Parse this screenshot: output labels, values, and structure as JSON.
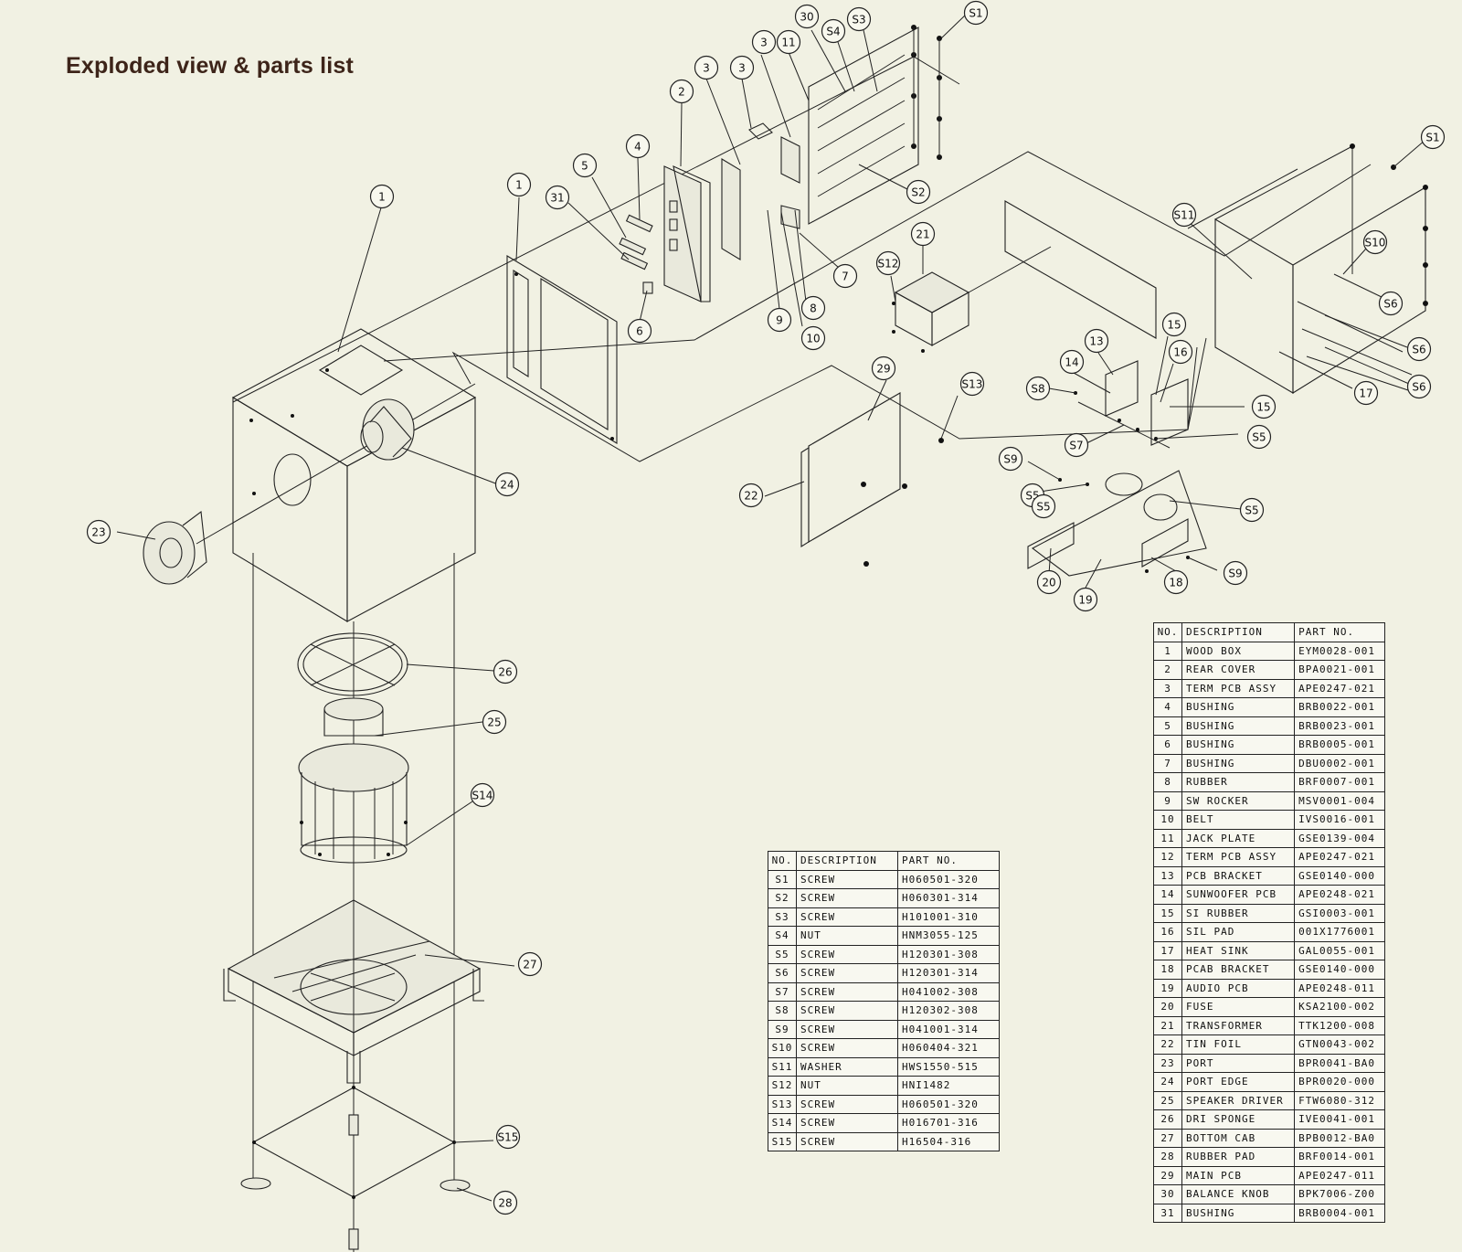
{
  "title": "Exploded view & parts list",
  "callouts": [
    "1",
    "1",
    "2",
    "3",
    "3",
    "3",
    "4",
    "5",
    "6",
    "7",
    "8",
    "9",
    "10",
    "11",
    "13",
    "14",
    "15",
    "15",
    "16",
    "17",
    "18",
    "19",
    "20",
    "21",
    "22",
    "23",
    "24",
    "25",
    "26",
    "27",
    "28",
    "29",
    "30",
    "31",
    "S1",
    "S1",
    "S2",
    "S3",
    "S4",
    "S5",
    "S5",
    "S5",
    "S5",
    "S6",
    "S6",
    "S6",
    "S7",
    "S8",
    "S9",
    "S9",
    "S10",
    "S11",
    "S12",
    "S13",
    "S14",
    "S15"
  ],
  "screw_table": {
    "headers": {
      "no": "NO.",
      "description": "DESCRIPTION",
      "part_no": "PART NO."
    },
    "rows": [
      {
        "no": "S1",
        "description": "SCREW",
        "part_no": "H060501-320"
      },
      {
        "no": "S2",
        "description": "SCREW",
        "part_no": "H060301-314"
      },
      {
        "no": "S3",
        "description": "SCREW",
        "part_no": "H101001-310"
      },
      {
        "no": "S4",
        "description": "NUT",
        "part_no": "HNM3055-125"
      },
      {
        "no": "S5",
        "description": "SCREW",
        "part_no": "H120301-308"
      },
      {
        "no": "S6",
        "description": "SCREW",
        "part_no": "H120301-314"
      },
      {
        "no": "S7",
        "description": "SCREW",
        "part_no": "H041002-308"
      },
      {
        "no": "S8",
        "description": "SCREW",
        "part_no": "H120302-308"
      },
      {
        "no": "S9",
        "description": "SCREW",
        "part_no": "H041001-314"
      },
      {
        "no": "S10",
        "description": "SCREW",
        "part_no": "H060404-321"
      },
      {
        "no": "S11",
        "description": "WASHER",
        "part_no": "HWS1550-515"
      },
      {
        "no": "S12",
        "description": "NUT",
        "part_no": "HNI1482"
      },
      {
        "no": "S13",
        "description": "SCREW",
        "part_no": "H060501-320"
      },
      {
        "no": "S14",
        "description": "SCREW",
        "part_no": "H016701-316"
      },
      {
        "no": "S15",
        "description": "SCREW",
        "part_no": "H16504-316"
      }
    ]
  },
  "parts_table": {
    "headers": {
      "no": "NO.",
      "description": "DESCRIPTION",
      "part_no": "PART NO."
    },
    "rows": [
      {
        "no": "1",
        "description": "WOOD BOX",
        "part_no": "EYM0028-001"
      },
      {
        "no": "2",
        "description": "REAR COVER",
        "part_no": "BPA0021-001"
      },
      {
        "no": "3",
        "description": "TERM PCB ASSY",
        "part_no": "APE0247-021"
      },
      {
        "no": "4",
        "description": "BUSHING",
        "part_no": "BRB0022-001"
      },
      {
        "no": "5",
        "description": "BUSHING",
        "part_no": "BRB0023-001"
      },
      {
        "no": "6",
        "description": "BUSHING",
        "part_no": "BRB0005-001"
      },
      {
        "no": "7",
        "description": "BUSHING",
        "part_no": "DBU0002-001"
      },
      {
        "no": "8",
        "description": "RUBBER",
        "part_no": "BRF0007-001"
      },
      {
        "no": "9",
        "description": "SW ROCKER",
        "part_no": "MSV0001-004"
      },
      {
        "no": "10",
        "description": "BELT",
        "part_no": "IVS0016-001"
      },
      {
        "no": "11",
        "description": "JACK PLATE",
        "part_no": "GSE0139-004"
      },
      {
        "no": "12",
        "description": "TERM PCB ASSY",
        "part_no": "APE0247-021"
      },
      {
        "no": "13",
        "description": "PCB BRACKET",
        "part_no": "GSE0140-000"
      },
      {
        "no": "14",
        "description": "SUNWOOFER PCB",
        "part_no": "APE0248-021"
      },
      {
        "no": "15",
        "description": "SI RUBBER",
        "part_no": "GSI0003-001"
      },
      {
        "no": "16",
        "description": "SIL PAD",
        "part_no": "001X1776001"
      },
      {
        "no": "17",
        "description": "HEAT SINK",
        "part_no": "GAL0055-001"
      },
      {
        "no": "18",
        "description": "PCAB BRACKET",
        "part_no": "GSE0140-000"
      },
      {
        "no": "19",
        "description": "AUDIO PCB",
        "part_no": "APE0248-011"
      },
      {
        "no": "20",
        "description": "FUSE",
        "part_no": "KSA2100-002"
      },
      {
        "no": "21",
        "description": "TRANSFORMER",
        "part_no": "TTK1200-008"
      },
      {
        "no": "22",
        "description": "TIN FOIL",
        "part_no": "GTN0043-002"
      },
      {
        "no": "23",
        "description": "PORT",
        "part_no": "BPR0041-BA0"
      },
      {
        "no": "24",
        "description": "PORT EDGE",
        "part_no": "BPR0020-000"
      },
      {
        "no": "25",
        "description": "SPEAKER DRIVER",
        "part_no": "FTW6080-312"
      },
      {
        "no": "26",
        "description": "DRI SPONGE",
        "part_no": "IVE0041-001"
      },
      {
        "no": "27",
        "description": "BOTTOM CAB",
        "part_no": "BPB0012-BA0"
      },
      {
        "no": "28",
        "description": "RUBBER PAD",
        "part_no": "BRF0014-001"
      },
      {
        "no": "29",
        "description": "MAIN PCB",
        "part_no": "APE0247-011"
      },
      {
        "no": "30",
        "description": "BALANCE KNOB",
        "part_no": "BPK7006-Z00"
      },
      {
        "no": "31",
        "description": "BUSHING",
        "part_no": "BRB0004-001"
      }
    ]
  }
}
